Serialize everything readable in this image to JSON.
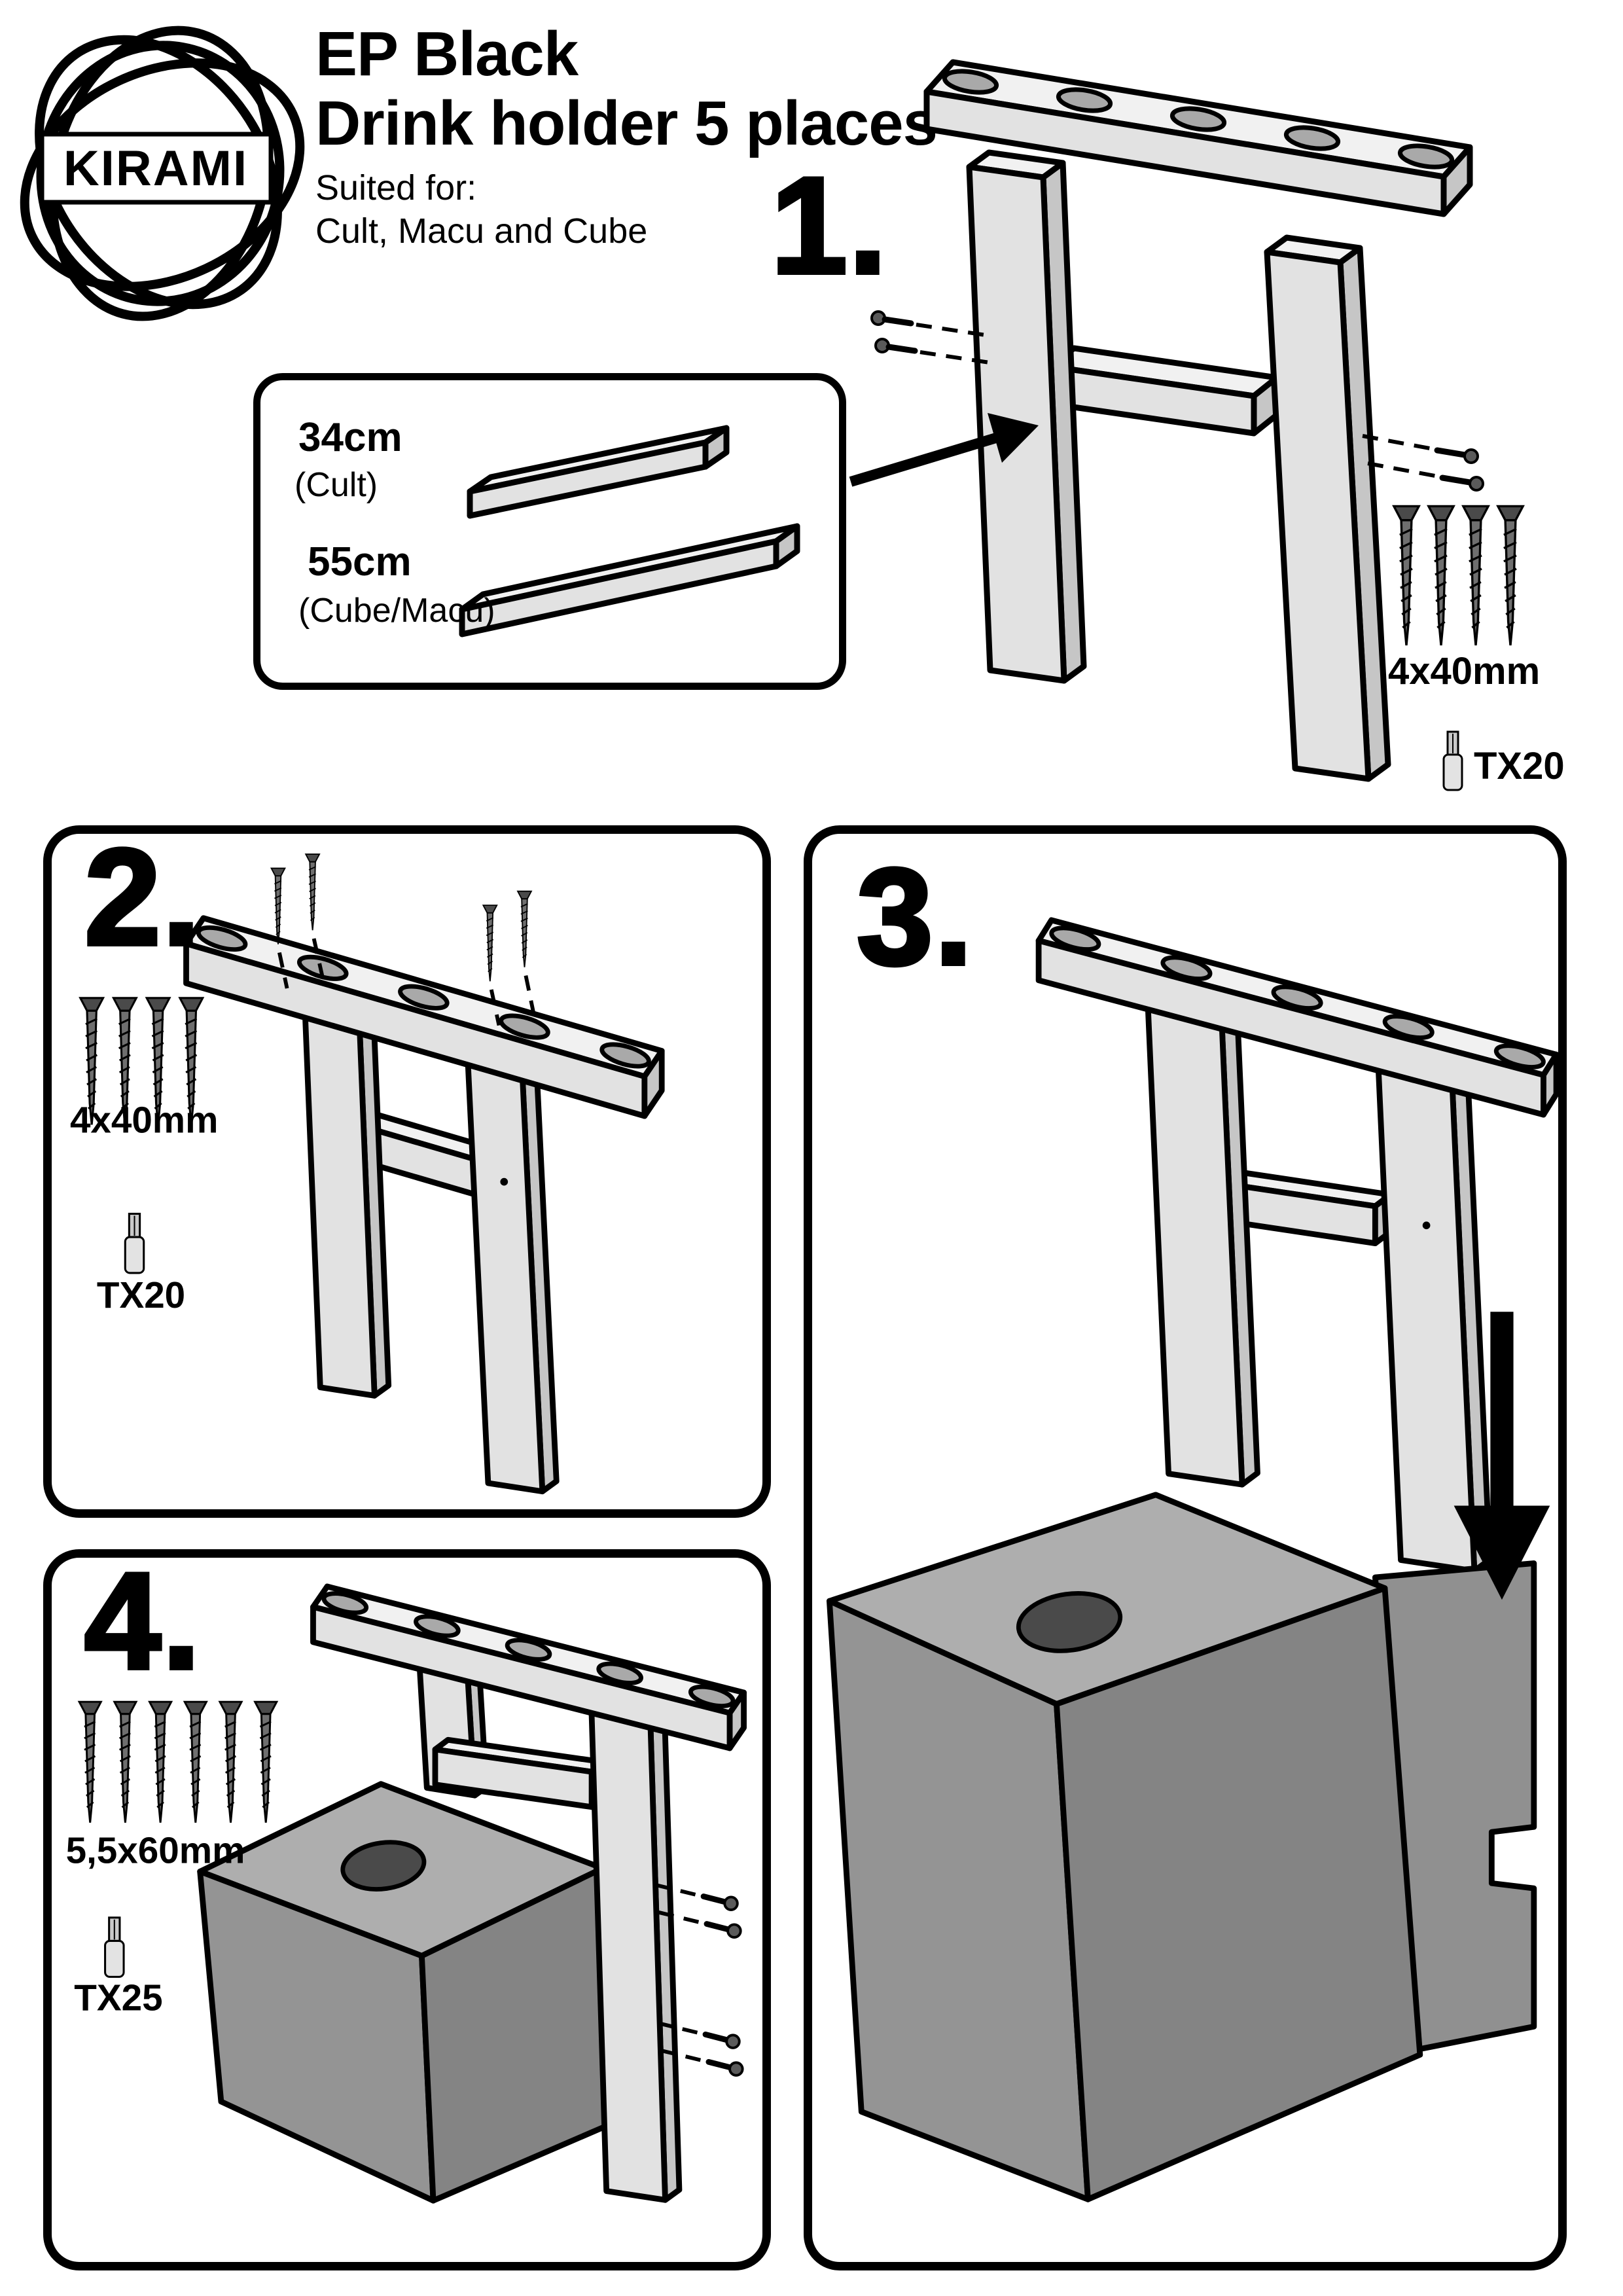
{
  "header": {
    "brand": "KIRAMI",
    "title_line1": "EP Black",
    "title_line2": "Drink holder 5 places",
    "suited_label": "Suited for:",
    "suited_models": "Cult, Macu and Cube"
  },
  "inset": {
    "board_short_size": "34cm",
    "board_short_model": "(Cult)",
    "board_long_size": "55cm",
    "board_long_model": "(Cube/Macu)"
  },
  "steps": {
    "step1": {
      "number": "1.",
      "screw_label": "4x40mm",
      "bit_label": "TX20",
      "screw_count": 4
    },
    "step2": {
      "number": "2.",
      "screw_label": "4x40mm",
      "bit_label": "TX20",
      "screw_count": 4
    },
    "step3": {
      "number": "3."
    },
    "step4": {
      "number": "4.",
      "screw_label": "5,5x60mm",
      "bit_label": "TX25",
      "screw_count": 6
    }
  },
  "colors": {
    "ink": "#000000",
    "paper": "#ffffff",
    "wood": "#f1f1f1",
    "wood_shade": "#c6c6c6",
    "stove": "#949494",
    "stove_hole": "#4a4a4a"
  }
}
